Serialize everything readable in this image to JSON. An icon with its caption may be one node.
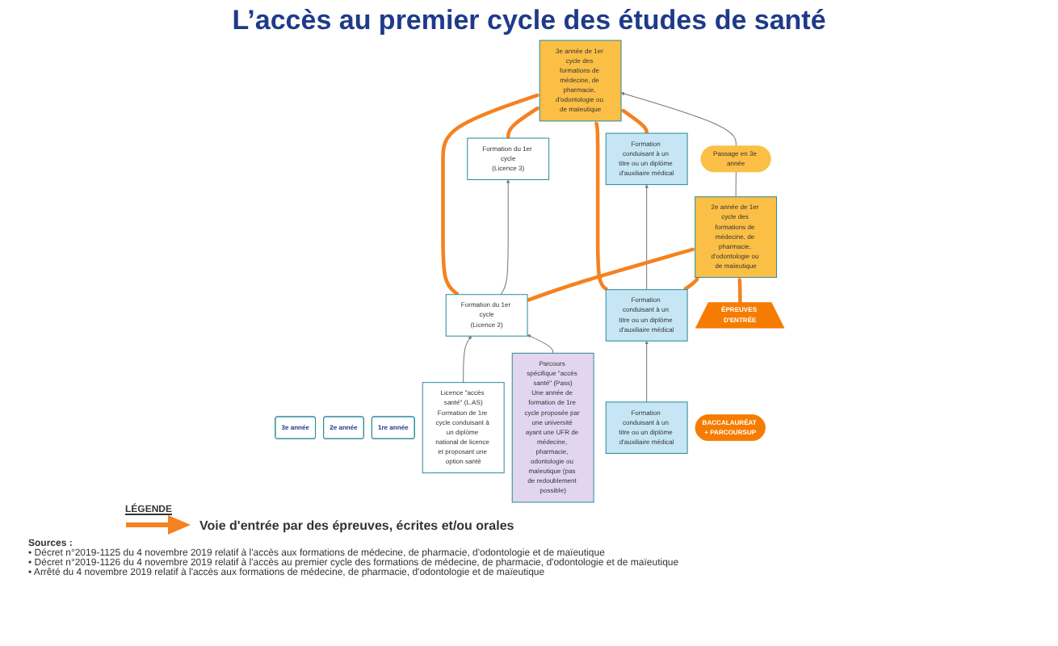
{
  "diagram": {
    "title": "L’accès au premier cycle des études de santé",
    "nodes": [
      {
        "text": [
          "3e année"
        ]
      },
      {
        "text": [
          "Formation du 1er cycle",
          "(Licence 3)"
        ]
      },
      {
        "text": [
          "3e année de 1er cycle des formations de médecine, de pharmacie, d'odontologie ou de maïeutique"
        ]
      },
      {
        "text": [
          "Formation conduisant à un titre ou un diplôme d'auxiliaire médical"
        ]
      },
      {
        "text": [
          "Passage en 3e année"
        ]
      },
      {
        "text": [
          "2e année"
        ]
      },
      {
        "text": [
          "Formation du 1er cycle",
          "(Licence 2)"
        ]
      },
      {
        "text": [
          "2e année de 1er cycle des formations de médecine, de pharmacie, d'odontologie ou de maïeutique"
        ]
      },
      {
        "text": [
          "Formation conduisant à un titre ou un diplôme d'auxiliaire médical"
        ]
      },
      {
        "text": [
          "ÉPREUVES D'ENTRÉE"
        ]
      },
      {
        "text": [
          "1re année"
        ]
      },
      {
        "text": [
          "Licence \"accès santé\" (L.AS)",
          "Formation de 1re cycle conduisant à un diplôme national de licence et proposant une option santé"
        ]
      },
      {
        "text": [
          "Parcours spécifique \"accès santé\" (Pass)",
          "Une année de formation de 1re cycle proposée par une université ayant une UFR de médecine, pharmacie, odontologie ou maïeutique (pas de redoublement possible)"
        ]
      },
      {
        "text": [
          "Formation conduisant à un titre ou un diplôme d'auxiliaire médical"
        ]
      },
      {
        "text": [
          "BACCALAURÉAT + PARCOURSUP"
        ]
      }
    ],
    "edges": [
      {
        "from": 1,
        "to": 2,
        "arrow": "to",
        "style": "thick",
        "color": "#f58220"
      },
      {
        "from": 3,
        "to": 2,
        "arrow": "to",
        "style": "thick",
        "color": "#f58220"
      },
      {
        "from": 6,
        "to": 2,
        "arrow": "to",
        "style": "thick",
        "color": "#f58220"
      },
      {
        "from": 8,
        "to": 2,
        "arrow": "to",
        "style": "thick",
        "color": "#f58220"
      },
      {
        "from": 4,
        "to": 2,
        "arrow": "to",
        "color": "#777777"
      },
      {
        "from": 7,
        "to": 4,
        "arrow": "none",
        "color": "#777777"
      },
      {
        "from": 6,
        "to": 1,
        "arrow": "to",
        "color": "#777777"
      },
      {
        "from": 8,
        "to": 3,
        "arrow": "to",
        "color": "#777777"
      },
      {
        "from": 6,
        "to": 7,
        "arrow": "to",
        "style": "thick",
        "color": "#f58220"
      },
      {
        "from": 8,
        "to": 7,
        "arrow": "to",
        "style": "thick",
        "color": "#f58220"
      },
      {
        "from": 9,
        "to": 7,
        "arrow": "to",
        "style": "thick",
        "color": "#f58220"
      },
      {
        "from": 11,
        "to": 6,
        "arrow": "to",
        "color": "#777777"
      },
      {
        "from": 12,
        "to": 6,
        "arrow": "to",
        "color": "#777777"
      },
      {
        "from": 13,
        "to": 8,
        "arrow": "to",
        "color": "#777777"
      }
    ],
    "labels": [
      "LÉGENDE",
      "Sources :",
      "• Décret n°2019-1125 du 4 novembre 2019 relatif à l'accès aux formations de médecine, de pharmacie, d'odontologie et de maïeutique",
      "• Décret n°2019-1126 du 4 novembre 2019 relatif à l'accès au premier cycle des formations de médecine, de pharmacie, d'odontologie et de maïeutique",
      "• Arrêté du 4 novembre 2019 relatif à l'accès aux formations de médecine, de pharmacie, d'odontologie et de maïeutique"
    ],
    "legend": [
      {
        "text": "Voie d'entrée par des épreuves, écrites et/ou orales"
      }
    ]
  }
}
